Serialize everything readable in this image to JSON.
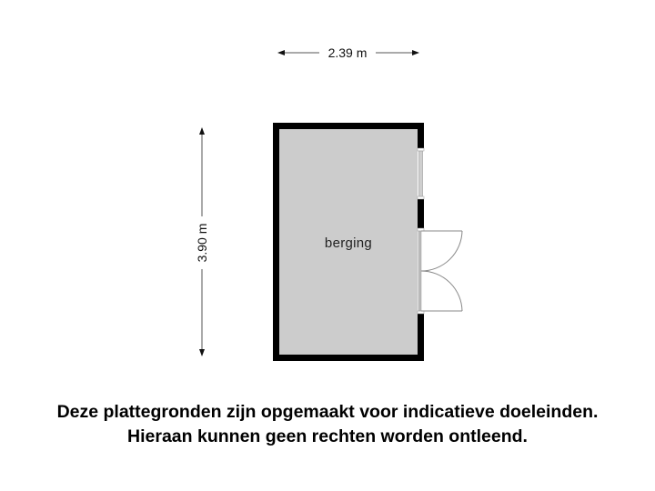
{
  "floorplan": {
    "dimensions": {
      "width_label": "2.39 m",
      "height_label": "3.90 m"
    },
    "rooms": [
      {
        "name": "berging"
      }
    ],
    "colors": {
      "wall": "#000000",
      "floor": "#cccccc",
      "dimension_line": "#555555",
      "door_line": "#888888"
    }
  },
  "disclaimer": {
    "line1": "Deze plattegronden zijn opgemaakt voor indicatieve doeleinden.",
    "line2": "Hieraan kunnen geen rechten worden ontleend."
  }
}
